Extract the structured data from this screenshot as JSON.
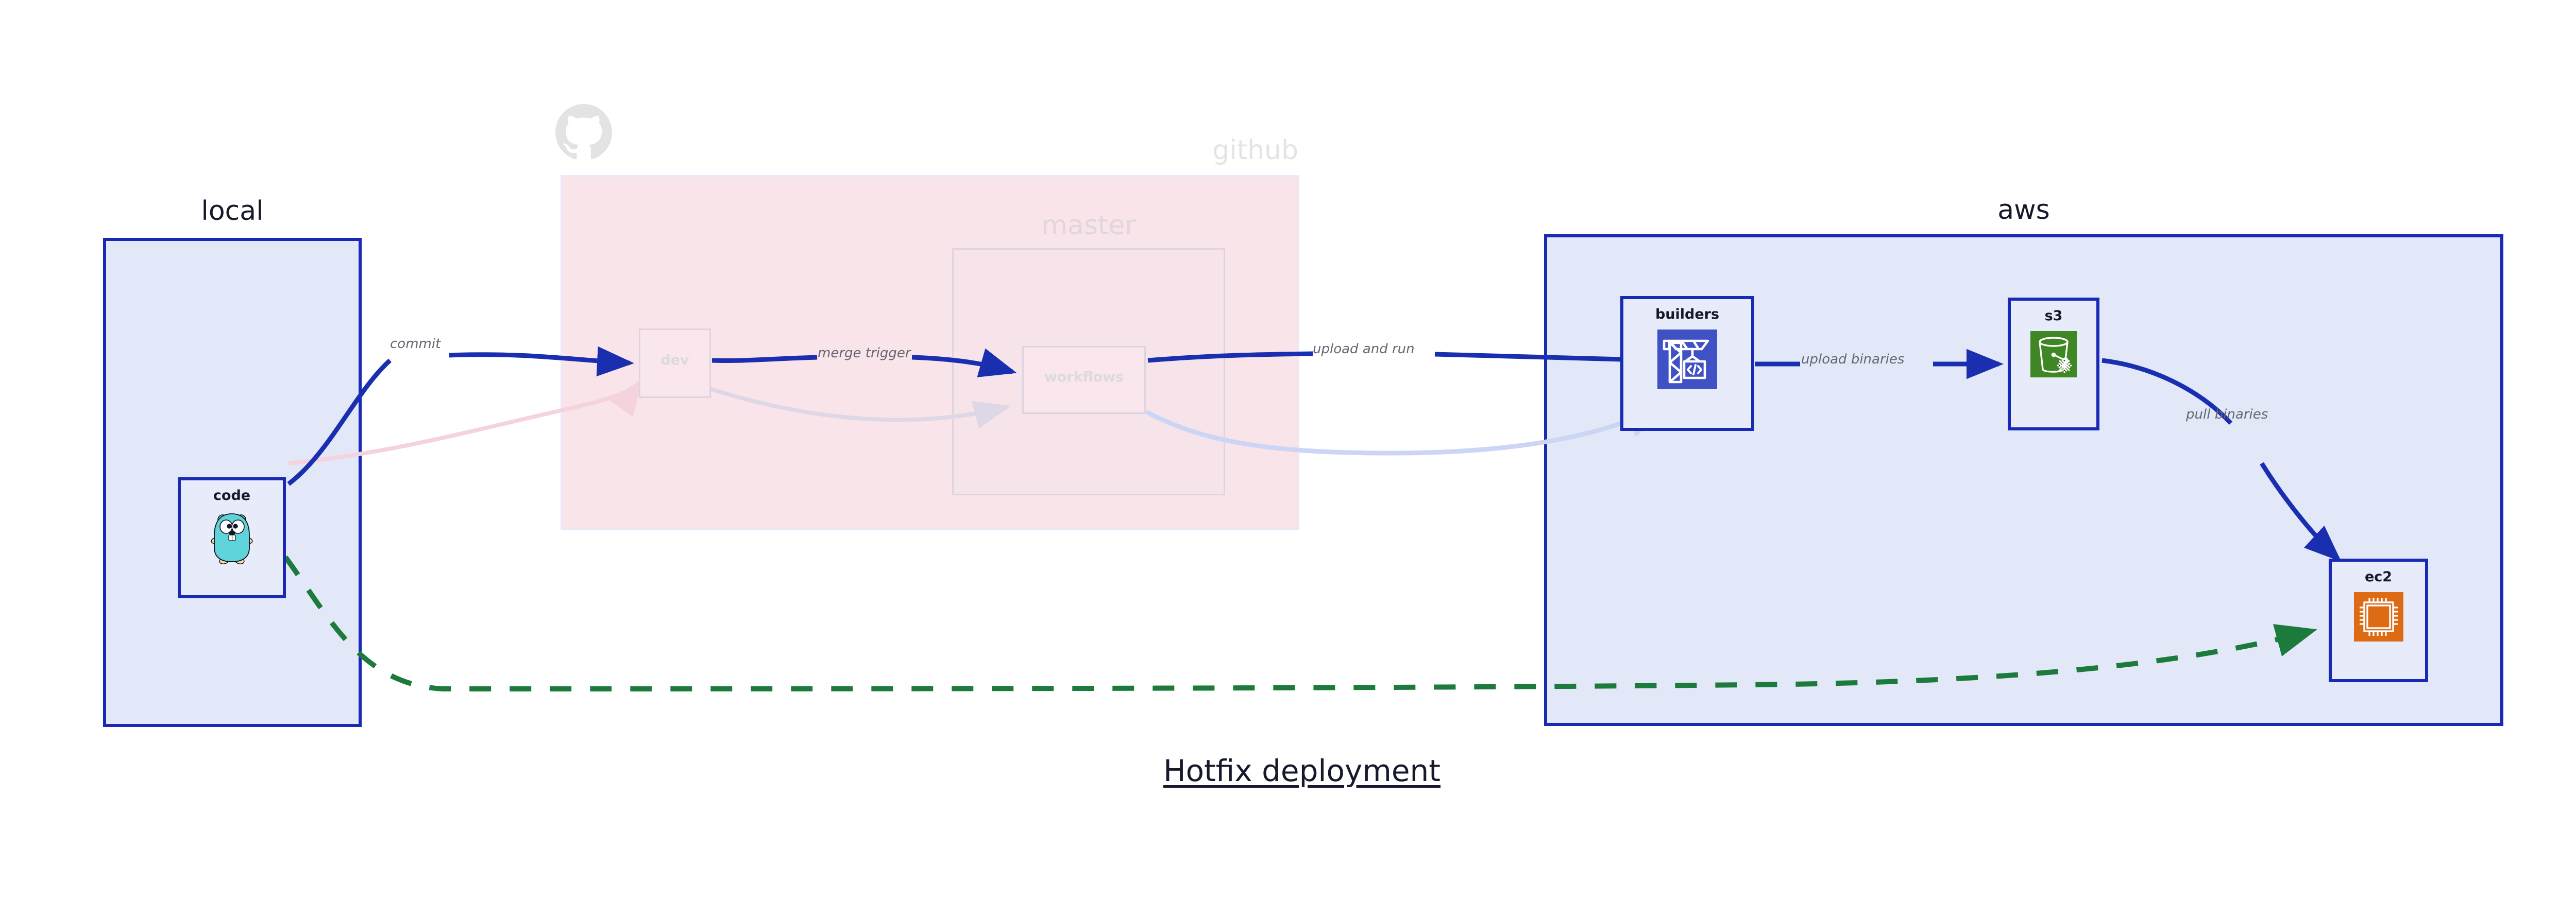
{
  "title": "Hotfix deployment",
  "colors": {
    "group_blue_fill": "#e2e8f8",
    "group_blue_stroke": "#1829b5",
    "group_pink_fill": "#f9e4ea",
    "edge_blue": "#1a2fb0",
    "edge_green": "#1d7a3d",
    "label_gray": "#63676f",
    "text_dark": "#15192b",
    "faded_gray": "#e4e4e4",
    "builders_icon_bg": "#3f51c5",
    "s3_icon_bg": "#3f8624",
    "ec2_icon_bg": "#dd6b14",
    "gopher_body": "#5fd3da"
  },
  "groups": [
    {
      "id": "local",
      "label": "local",
      "faded": false
    },
    {
      "id": "github",
      "label": "github",
      "faded": true
    },
    {
      "id": "master",
      "label": "master",
      "faded": true
    },
    {
      "id": "aws",
      "label": "aws",
      "faded": false
    }
  ],
  "nodes": [
    {
      "id": "code",
      "label": "code",
      "icon": "go-gopher-icon",
      "faded": false
    },
    {
      "id": "dev",
      "label": "dev",
      "icon": null,
      "faded": true
    },
    {
      "id": "workflows",
      "label": "workflows",
      "icon": null,
      "faded": true
    },
    {
      "id": "builders",
      "label": "builders",
      "icon": "crane-code-icon",
      "faded": false
    },
    {
      "id": "s3",
      "label": "s3",
      "icon": "s3-bucket-icon",
      "faded": false
    },
    {
      "id": "ec2",
      "label": "ec2",
      "icon": "cpu-chip-icon",
      "faded": false
    }
  ],
  "edges": [
    {
      "id": "commit",
      "label": "commit",
      "from": "code",
      "to": "dev",
      "style": "solid",
      "color": "#1a2fb0"
    },
    {
      "id": "merge-trigger",
      "label": "merge trigger",
      "from": "dev",
      "to": "workflows",
      "style": "solid",
      "color": "#1a2fb0"
    },
    {
      "id": "upload-and-run",
      "label": "upload and run",
      "from": "workflows",
      "to": "builders",
      "style": "solid",
      "color": "#1a2fb0"
    },
    {
      "id": "upload-binaries",
      "label": "upload binaries",
      "from": "builders",
      "to": "s3",
      "style": "solid",
      "color": "#1a2fb0"
    },
    {
      "id": "pull-binaries",
      "label": "pull binaries",
      "from": "s3",
      "to": "ec2",
      "style": "solid",
      "color": "#1a2fb0"
    },
    {
      "id": "hotfix-direct",
      "label": "",
      "from": "code",
      "to": "ec2",
      "style": "dashed",
      "color": "#1d7a3d"
    }
  ]
}
